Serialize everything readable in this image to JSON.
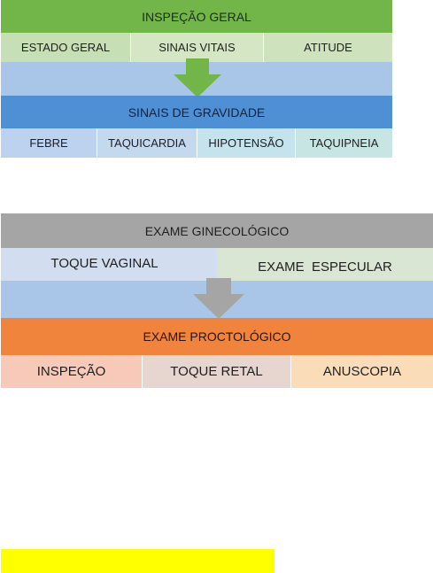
{
  "diagram_1": {
    "top_label": "INSPEÇÃO GERAL",
    "row1": [
      "ESTADO GERAL",
      "SINAIS VITAIS",
      "ATITUDE"
    ],
    "bottom_label": "SINAIS DE GRAVIDADE",
    "row2": [
      "FEBRE",
      "TAQUICARDIA",
      "HIPOTENSÃO",
      "TAQUIPNEIA"
    ],
    "colors": {
      "top_bar": "#72b64a",
      "row1_cells": [
        "#c6dfb4",
        "#d4e6c3",
        "#cde2bd"
      ],
      "band": "#a9c6e8",
      "arrow": "#72b64a",
      "bottom_bar": "#4f8fd3",
      "row2_cells": [
        "#bcd2ee",
        "#c4d9ee",
        "#c5e3ec",
        "#c7e6e3"
      ]
    }
  },
  "diagram_2": {
    "top_label": "EXAME GINECOLÓGICO",
    "row1": [
      "TOQUE VAGINAL",
      "EXAME  ESPECULAR"
    ],
    "bottom_label": "EXAME PROCTOLÓGICO",
    "row2": [
      "INSPEÇÃO",
      "TOQUE RETAL",
      "ANUSCOPIA"
    ],
    "colors": {
      "top_bar": "#a5a5a5",
      "row1_cells": [
        "#d2def0",
        "#d9e6d3"
      ],
      "band": "#a9c6e8",
      "arrow": "#a5a5a5",
      "bottom_bar": "#f0843c",
      "row2_cells": [
        "#f6c9b8",
        "#e6d6cf",
        "#fbdcb8"
      ]
    }
  },
  "highlight_color": "#ffff00"
}
